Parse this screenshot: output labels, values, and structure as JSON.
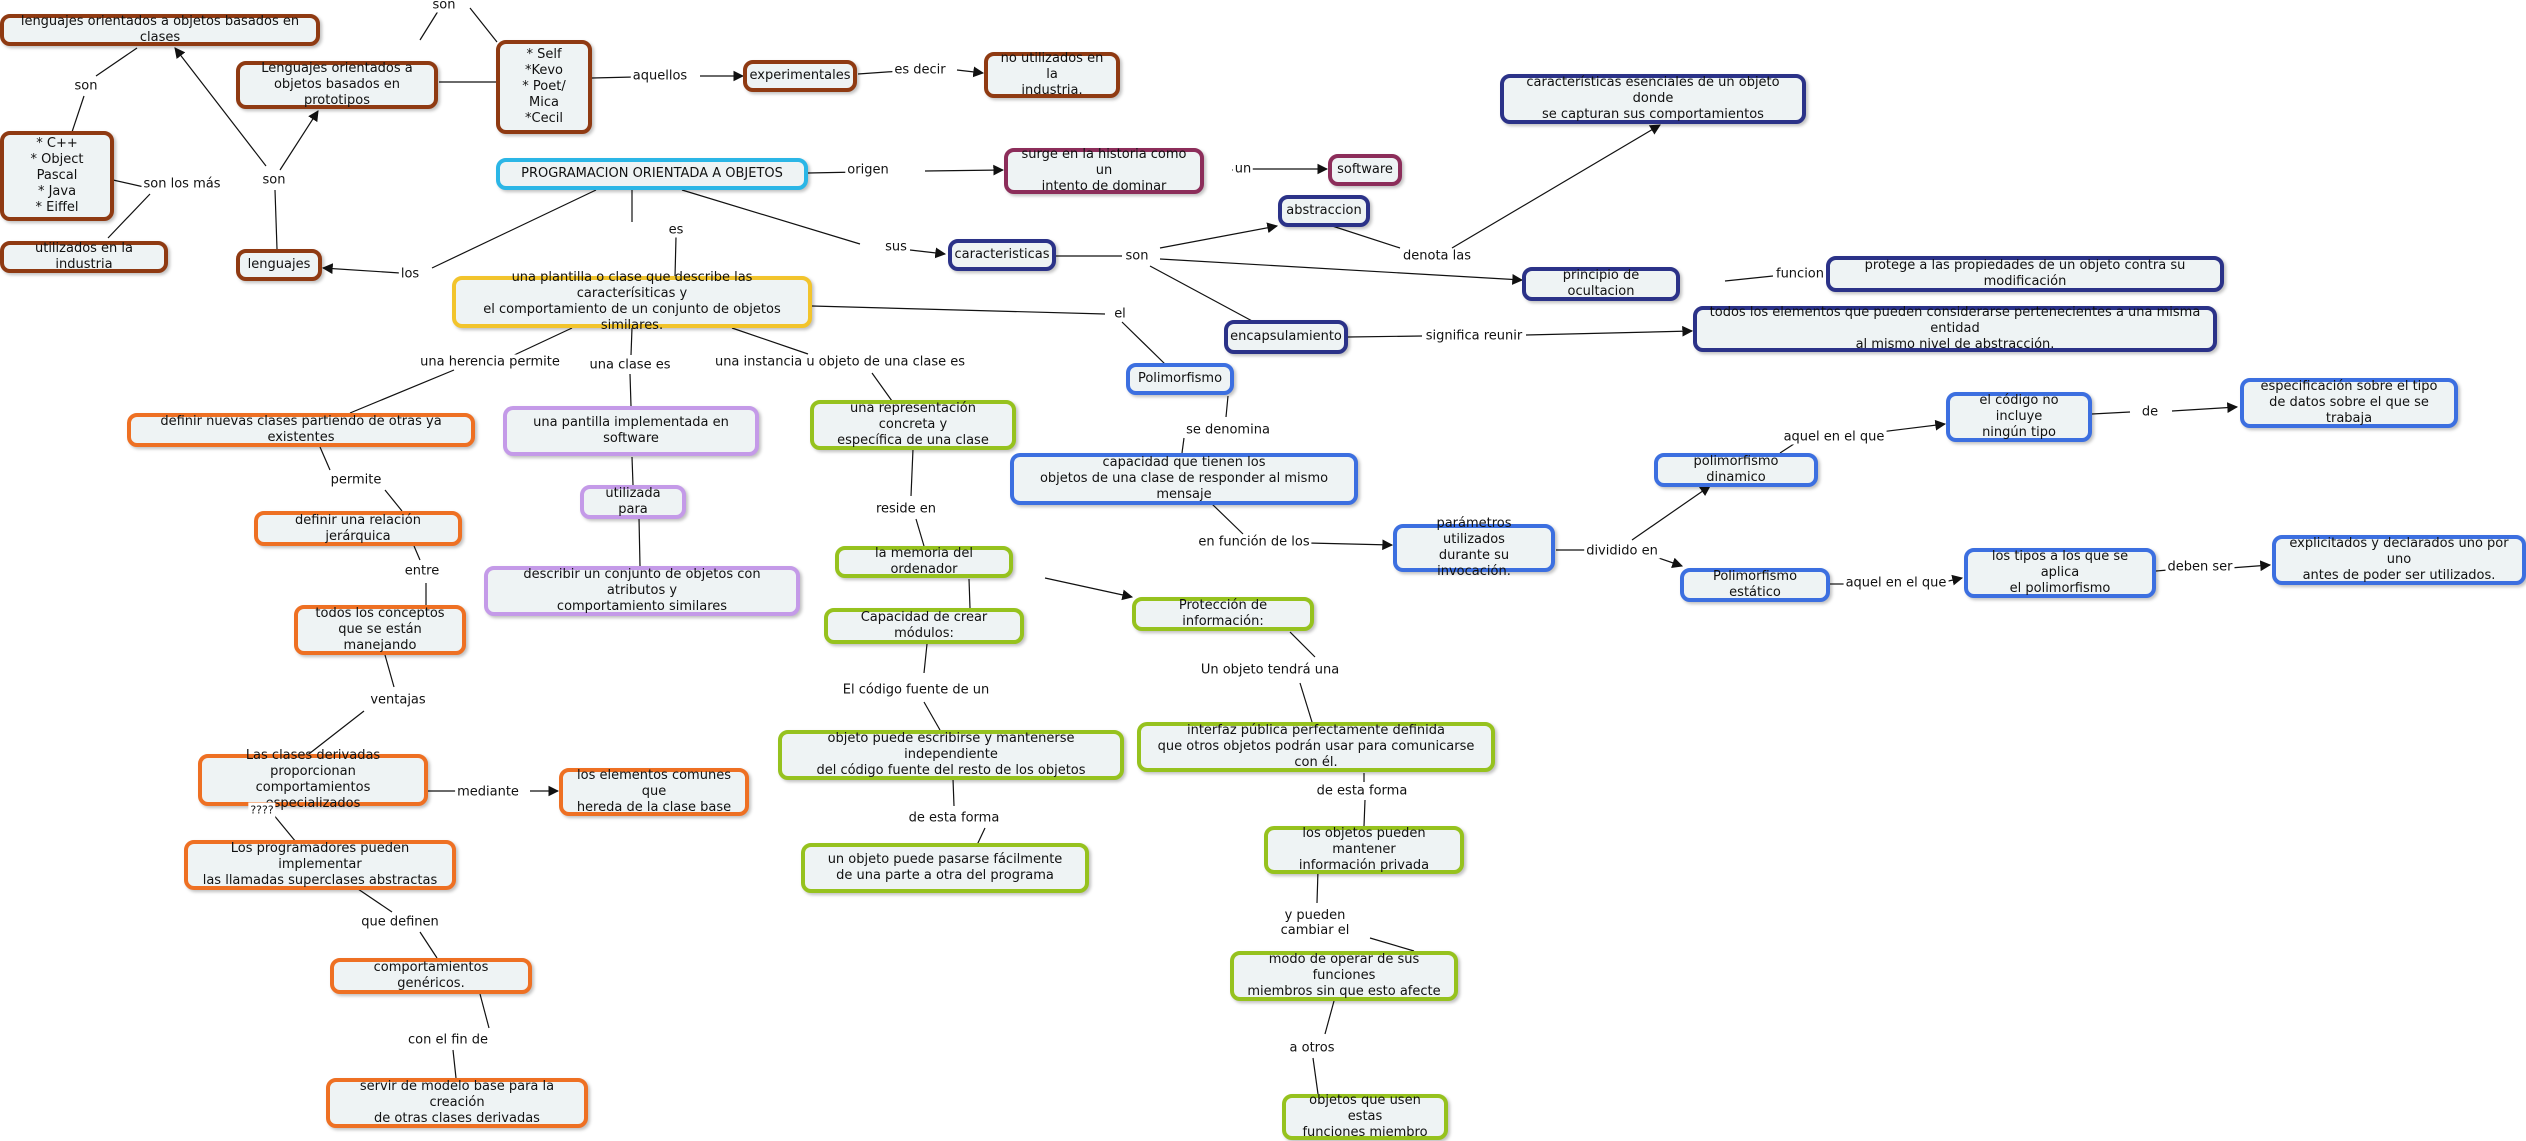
{
  "colors": {
    "brown": "#8f3a12",
    "cyan": "#2bb6e6",
    "maroon": "#8c2d5a",
    "navy": "#2b3288",
    "blue": "#3c6fe0",
    "yellow": "#f2c42c",
    "orange": "#ee7023",
    "violet": "#c49ae8",
    "green": "#96c21e",
    "node_fill": "#eef3f4",
    "line": "#111111"
  },
  "nodes": {
    "lenguajes_clases": "lenguajes orientados a objetos basados en clases",
    "lenguajes_prototipos": "Lenguajes orientados a\nobjetos basados en prototipos",
    "self_kevo": "* Self\n*Kevo\n* Poet/ Mica\n*Cecil",
    "experimentales": "experimentales",
    "no_utilizados": "no utilizados en la\nindustria.",
    "cpp_list": "* C++\n* Object Pascal\n* Java\n* Eiffel",
    "utilizados_industria": "utilizados en la industria",
    "lenguajes": "lenguajes",
    "poo": "PROGRAMACION ORIENTADA A OBJETOS",
    "surge": "surge en la historia como un\nintento de dominar",
    "software": "software",
    "esenciales": "características esenciales de un objeto donde\nse capturan sus comportamientos",
    "abstraccion": "abstraccion",
    "caracteristicas": "caracteristicas",
    "principio_ocultacion": "principio de ocultacion",
    "protege": "protege a las propiedades de un objeto contra su modificación",
    "encapsulamiento": "encapsulamiento",
    "todos_elementos": "todos los elementos que pueden considerarse pertenecientes a una misma entidad\nal mismo nivel de abstracción.",
    "plantilla": "una plantilla o clase que describe las caracterísiticas y\nel comportamiento de un conjunto de objetos similares.",
    "polimorfismo": "Polimorfismo",
    "capacidad_responder": "capacidad que tienen los\nobjetos de una clase de responder al mismo mensaje",
    "parametros": "parámetros utilizados\ndurante su invocación.",
    "polimorfismo_dinamico": "polimorfismo dinamico",
    "codigo_no_incluye": "el código no incluye\nningún tipo",
    "especificacion": "especificación sobre el tipo\nde datos sobre el que se trabaja",
    "polimorfismo_estatico": "Polimorfismo estático",
    "tipos_aplica": "los tipos a los que se aplica\nel polimorfismo",
    "explicitados": "explicitados y declarados uno por uno\nantes de poder ser utilizados.",
    "definir_nuevas": "definir nuevas clases partiendo de otras ya existentes",
    "relacion_jerarquica": "definir una relación jerárquica",
    "todos_conceptos": "todos los conceptos\nque se están manejando",
    "clases_derivadas": "Las clases derivadas proporcionan\ncomportamientos especializados",
    "elementos_comunes": "los elementos comunes que\nhereda de la clase base",
    "programadores": "Los programadores pueden implementar\nlas llamadas superclases abstractas",
    "comportamientos_genericos": "comportamientos genéricos.",
    "modelo_base": "servir de modelo base para la creación\nde otras clases derivadas",
    "pantilla_implementada": "una pantilla implementada en software",
    "utilizada_para": "utilizada para",
    "describir_conjunto": "describir un conjunto de objetos con atributos y\ncomportamiento similares",
    "representacion": "una representación concreta y\nespecífica de una clase",
    "memoria": "la memoria del ordenador",
    "capacidad_modulos": "Capacidad de crear módulos:",
    "objeto_escribirse": "objeto puede escribirse y mantenerse independiente\ndel código fuente del resto de los objetos",
    "objeto_pasarse": "un objeto puede pasarse fácilmente\nde una parte a otra del programa",
    "proteccion": "Protección de información:",
    "interfaz": "interfaz pública perfectamente definida\nque otros objetos podrán usar para comunicarse con él.",
    "info_privada": "los objetos pueden mantener\ninformación privada",
    "modo_operar": "modo de operar de sus funciones\nmiembros sin que esto afecte",
    "objetos_usen": "objetos que usen estas\nfunciones miembro"
  },
  "links": {
    "son_top": "son",
    "aquellos": "aquellos",
    "es_decir": "es decir",
    "son_left": "son",
    "son_los_mas": "son los más",
    "son_mid": "son",
    "los": "los",
    "origen": "origen",
    "un": "un",
    "es": "es",
    "sus": "sus",
    "son_car": "son",
    "denota_las": "denota las",
    "funcion": "funcion",
    "significa_reunir": "significa reunir",
    "el": "el",
    "se_denomina": "se denomina",
    "en_funcion_de_los": "en función de los",
    "dividido_en": "dividido en",
    "aquel_en_el_que_1": "aquel en el que",
    "de": "de",
    "aquel_en_el_que_2": "aquel en el que",
    "deben_ser": "deben ser",
    "una_herencia_permite": "una herencia permite",
    "una_clase_es": "una clase es",
    "una_instancia": "una instancia u objeto de una clase es",
    "permite": "permite",
    "entre": "entre",
    "ventajas": "ventajas",
    "mediante": "mediante",
    "question_marks": "????",
    "que_definen": "que definen",
    "con_el_fin_de": "con el fin de",
    "reside_en": "reside en",
    "codigo_fuente_de_un": "El código fuente de un",
    "de_esta_forma_1": "de esta forma",
    "un_objeto_tendra_una": "Un objeto tendrá una",
    "de_esta_forma_2": "de esta forma",
    "y_pueden_cambiar_el": "y pueden\ncambiar el",
    "a_otros": "a otros"
  }
}
